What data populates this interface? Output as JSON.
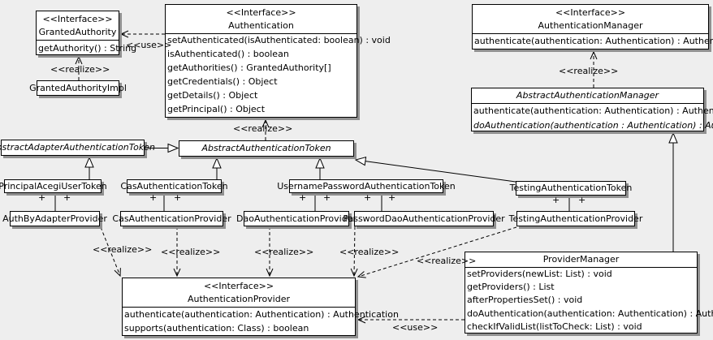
{
  "colors": {
    "background": "#eeeeee",
    "box_fill": "#ffffff",
    "line": "#000000",
    "shadow": "#909090"
  },
  "edge_labels": {
    "realize": "<<realize>>",
    "use": "<<use>>",
    "plus": "+"
  },
  "classes": {
    "granted_authority": {
      "stereotype": "<<Interface>>",
      "name": "GrantedAuthority",
      "methods": [
        "getAuthority() : String"
      ]
    },
    "granted_authority_impl": {
      "name": "GrantedAuthorityImpl"
    },
    "authentication": {
      "stereotype": "<<Interface>>",
      "name": "Authentication",
      "methods": [
        "setAuthenticated(isAuthenticated: boolean) : void",
        "isAuthenticated() : boolean",
        "getAuthorities() : GrantedAuthority[]",
        "getCredentials() : Object",
        "getDetails() : Object",
        "getPrincipal() : Object"
      ]
    },
    "authentication_manager": {
      "stereotype": "<<Interface>>",
      "name": "AuthenticationManager",
      "methods": [
        "authenticate(authentication: Authentication) : Authentication"
      ]
    },
    "abstract_authentication_manager": {
      "name": "AbstractAuthenticationManager",
      "methods": [
        "authenticate(authentication: Authentication) : Authentication",
        "doAuthentication(authentication : Authentication) : Authentication"
      ]
    },
    "abstract_adapter_authentication_token": {
      "name": "AbstractAdapterAuthenticationToken"
    },
    "abstract_authentication_token": {
      "name": "AbstractAuthenticationToken"
    },
    "principal_acegi_user_token": {
      "name": "PrincipalAcegiUserToken"
    },
    "cas_authentication_token": {
      "name": "CasAuthenticationToken"
    },
    "username_password_authentication_token": {
      "name": "UsernamePasswordAuthenticationToken"
    },
    "testing_authentication_token": {
      "name": "TestingAuthenticationToken"
    },
    "auth_by_adapter_provider": {
      "name": "AuthByAdapterProvider"
    },
    "cas_authentication_provider": {
      "name": "CasAuthenticationProvider"
    },
    "dao_authentication_provider": {
      "name": "DaoAuthenticationProvider"
    },
    "password_dao_authentication_provider": {
      "name": "PasswordDaoAuthenticationProvider"
    },
    "testing_authentication_provider": {
      "name": "TestingAuthenticationProvider"
    },
    "authentication_provider": {
      "stereotype": "<<Interface>>",
      "name": "AuthenticationProvider",
      "methods": [
        "authenticate(authentication: Authentication) : Authentication",
        "supports(authentication: Class) : boolean"
      ]
    },
    "provider_manager": {
      "name": "ProviderManager",
      "methods": [
        "setProviders(newList: List) : void",
        "getProviders() : List",
        "afterPropertiesSet() : void",
        "doAuthentication(authentication: Authentication) : Authentication",
        "checkIfValidList(listToCheck: List) : void"
      ]
    }
  }
}
